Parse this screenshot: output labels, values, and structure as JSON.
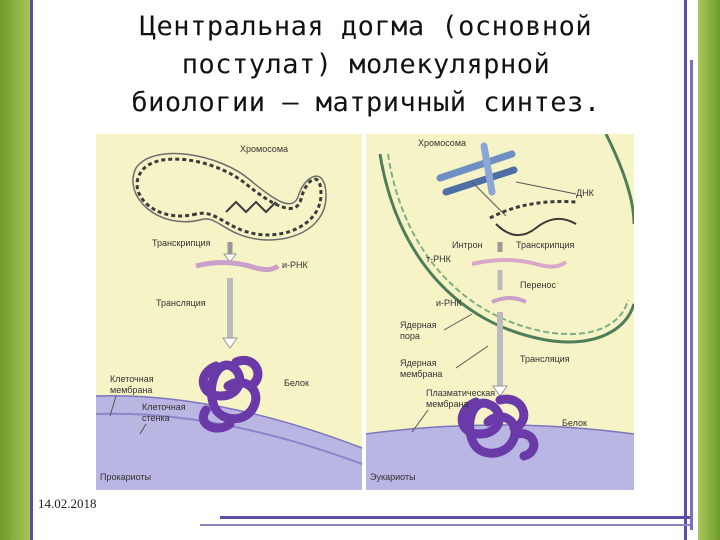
{
  "slide": {
    "title_lines": [
      "Центральная догма (основной",
      "постулат) молекулярной",
      "биологии – матричный синтез."
    ],
    "date": "14.02.2018"
  },
  "prokaryote": {
    "chromosome": "Хромосома",
    "transcription": "Транскрипция",
    "mrna": "и-РНК",
    "translation": "Трансляция",
    "protein": "Белок",
    "cell_membrane": [
      "Клеточная",
      "мембрана"
    ],
    "cell_wall": [
      "Клеточная",
      "стенка"
    ],
    "caption": "Прокариоты"
  },
  "eukaryote": {
    "chromosome": "Хромосома",
    "dna": "ДНК",
    "intron": "Интрон",
    "transcription": "Транскрипция",
    "trna": "т-РНК",
    "transfer": "Перенос",
    "mrna": "и-РНК",
    "nuclear_pore": [
      "Ядерная",
      "пора"
    ],
    "nuclear_membrane": [
      "Ядерная",
      "мембрана"
    ],
    "translation": "Трансляция",
    "plasma_membrane": [
      "Плазматическая",
      "мембрана"
    ],
    "protein": "Белок",
    "caption": "Эукариоты"
  },
  "colors": {
    "panel_bg": "#f6f3c6",
    "protein": "#6a3aa8",
    "membrane": "#b9b6e3",
    "dna": "#3b3b3b",
    "nucleus_edge": "#4f7d5a"
  }
}
